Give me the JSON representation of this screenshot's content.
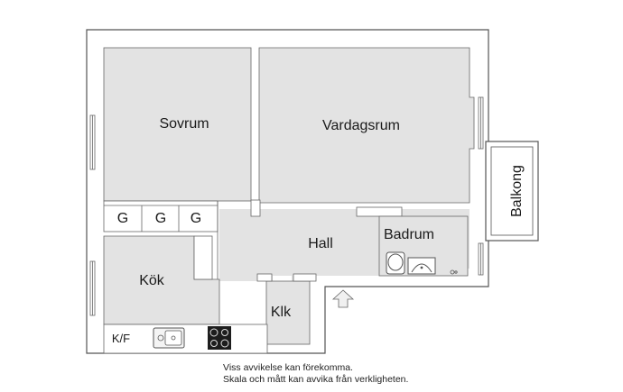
{
  "rooms": {
    "sovrum": "Sovrum",
    "vardagsrum": "Vardagsrum",
    "hall": "Hall",
    "badrum": "Badrum",
    "kok": "Kök",
    "klk": "Klk",
    "balkong": "Balkong"
  },
  "wardrobes": [
    "G",
    "G",
    "G"
  ],
  "appliances": {
    "fridge_freezer": "K/F"
  },
  "disclaimer": {
    "line1": "Viss avvikelse kan förekomma.",
    "line2": "Skala och mått kan avvika från verkligheten."
  },
  "colors": {
    "floor": "#e3e3e3",
    "wall": "#ffffff",
    "line": "#555555"
  },
  "icons": [
    "sink-icon",
    "stove-icon",
    "toilet-icon",
    "washbasin-icon",
    "entrance-arrow-icon",
    "window-icon"
  ]
}
